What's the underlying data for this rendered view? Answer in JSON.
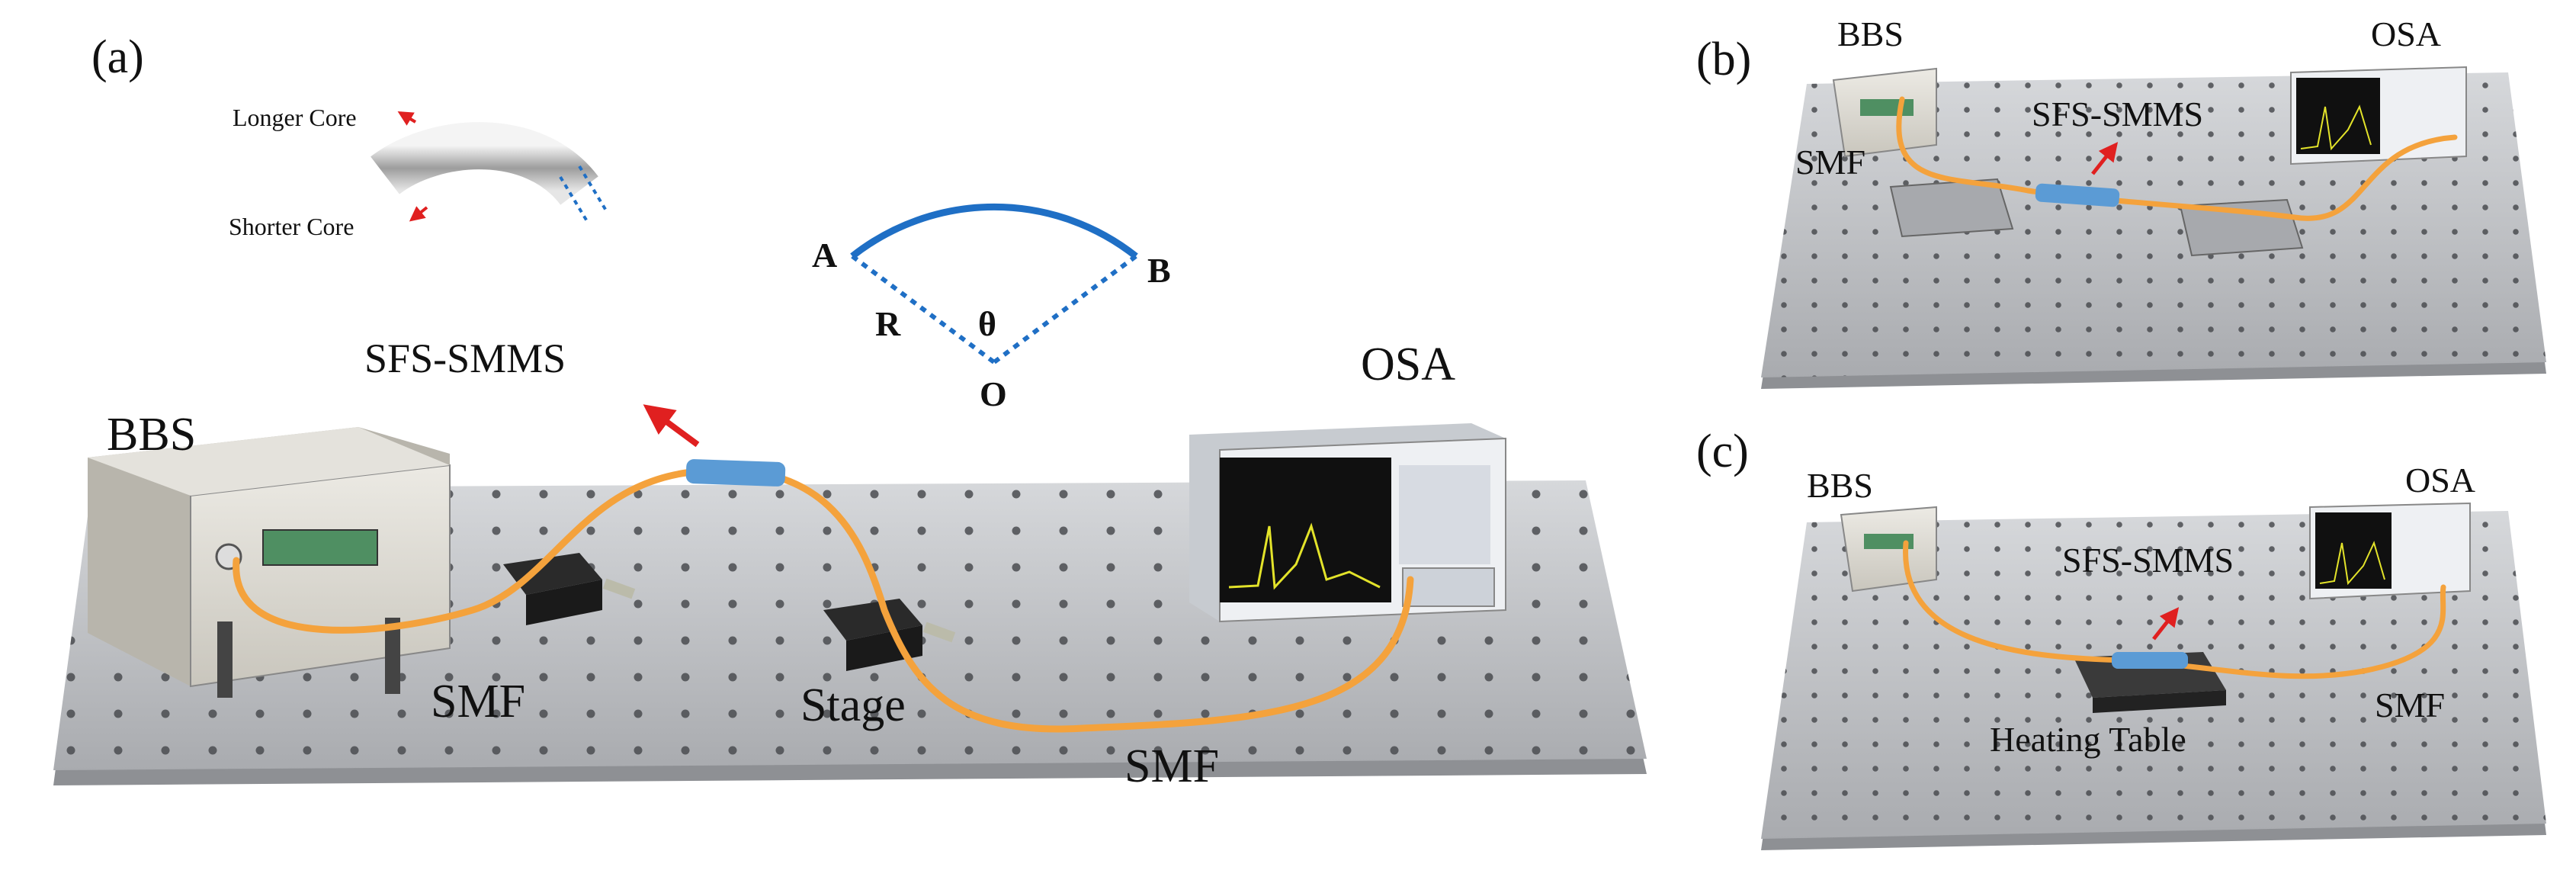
{
  "panels": {
    "a": {
      "tag": "(a)",
      "bbs": "BBS",
      "osa": "OSA",
      "sensor": "SFS-SMMS",
      "smf_left": "SMF",
      "smf_right": "SMF",
      "stage": "Stage",
      "longer_core": "Longer  Core",
      "shorter_core": "Shorter  Core",
      "arc": {
        "a": "A",
        "b": "B",
        "r": "R",
        "theta": "θ",
        "o": "O"
      }
    },
    "b": {
      "tag": "(b)",
      "bbs": "BBS",
      "osa": "OSA",
      "sensor": "SFS-SMMS",
      "smf": "SMF"
    },
    "c": {
      "tag": "(c)",
      "bbs": "BBS",
      "osa": "OSA",
      "sensor": "SFS-SMMS",
      "heater": "Heating Table",
      "smf": "SMF"
    }
  },
  "colors": {
    "fiber": "#f4a23c",
    "sensor": "#5b9bd5",
    "arc": "#1f6fc5",
    "arrow": "#e02020",
    "table": "#bfc1c4",
    "table_edge": "#8e9094"
  }
}
